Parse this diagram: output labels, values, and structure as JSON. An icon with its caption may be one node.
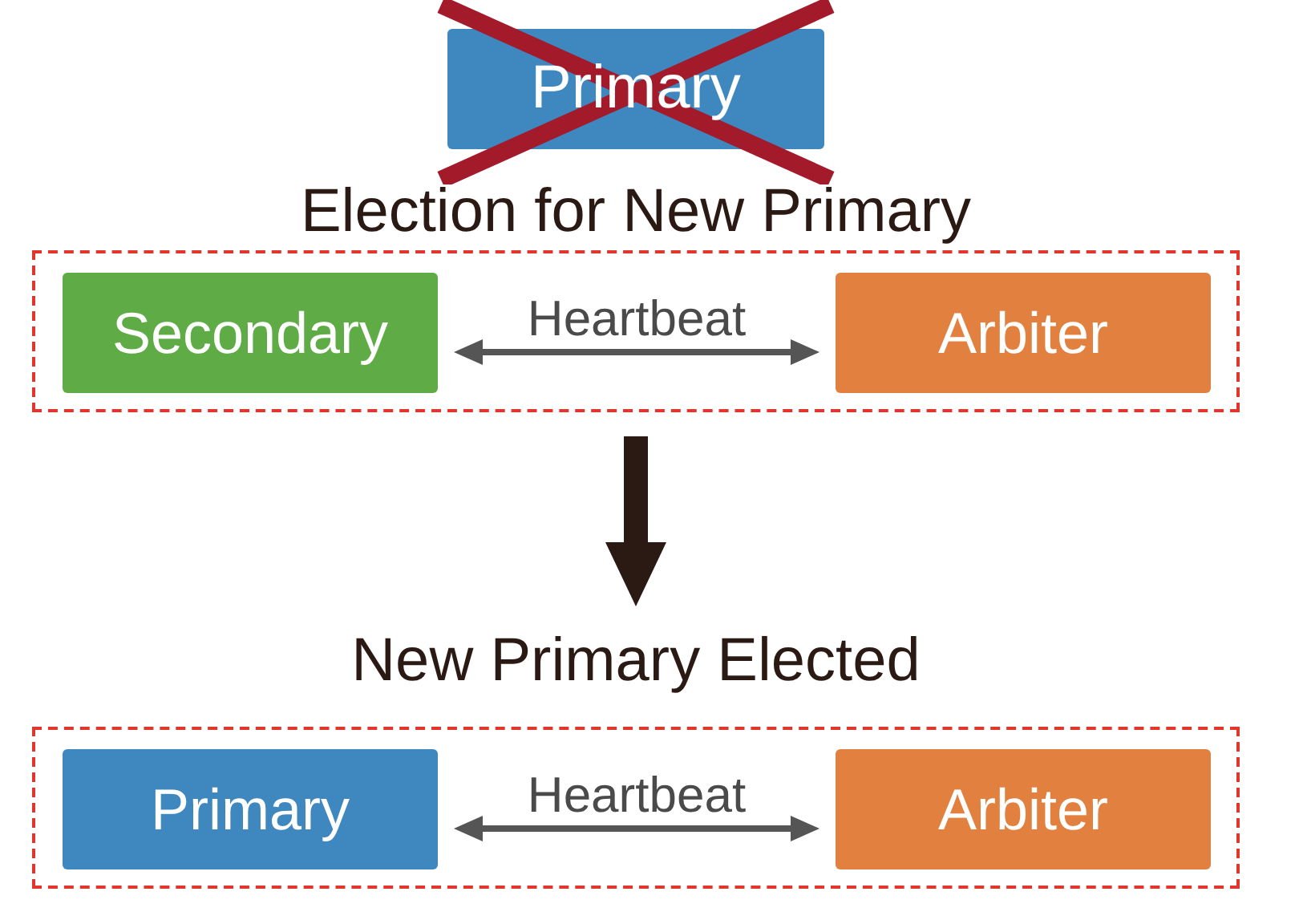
{
  "diagram": {
    "nodes": [
      {
        "text": [
          "Primary"
        ]
      },
      {
        "text": [
          "Election for New Primary"
        ]
      },
      {
        "text": [
          "Secondary"
        ],
        "in": 1
      },
      {
        "text": [
          "Arbiter"
        ],
        "in": 1
      },
      {
        "text": [
          "New Primary Elected"
        ]
      },
      {
        "text": [
          "Primary"
        ],
        "in": 4
      },
      {
        "text": [
          "Arbiter"
        ],
        "in": 4
      }
    ],
    "edges": [
      {
        "from": 2,
        "to": 3,
        "arrow": "both",
        "label": "Heartbeat"
      },
      {
        "from": 1,
        "to": 4,
        "arrow": "to",
        "style": "thick",
        "color": "#2b1a14"
      },
      {
        "from": 5,
        "to": 6,
        "arrow": "both",
        "label": "Heartbeat"
      }
    ]
  }
}
